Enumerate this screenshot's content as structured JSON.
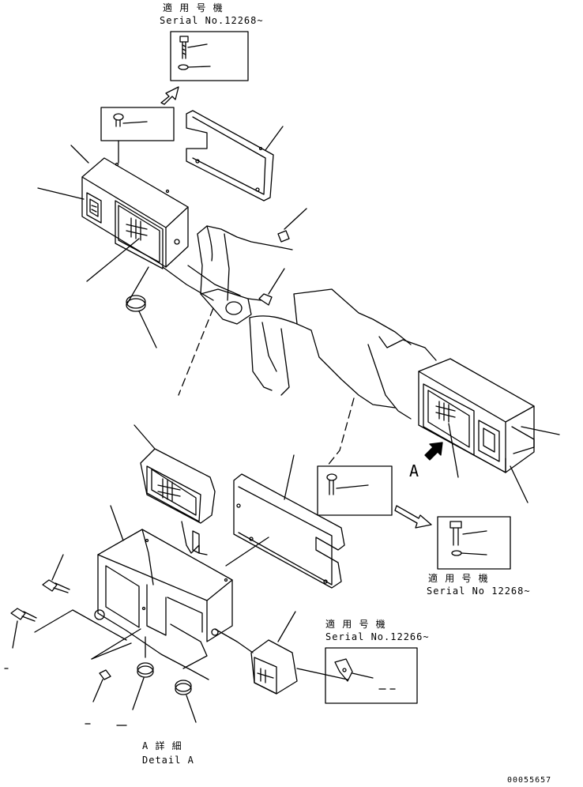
{
  "labels": {
    "top_note_jp": "適 用 号 機",
    "top_note_serial": "Serial No.12268~",
    "right_note_jp": "適 用 号 機",
    "right_note_serial": "Serial No 12268~",
    "mid_note_jp": "適 用 号 機",
    "mid_note_serial": "Serial No.12266~",
    "view_letter": "A",
    "detail_jp": "A 詳 細",
    "detail_en": "Detail A",
    "doc_number": "00055657"
  },
  "colors": {
    "line": "#000000",
    "background": "#ffffff"
  }
}
